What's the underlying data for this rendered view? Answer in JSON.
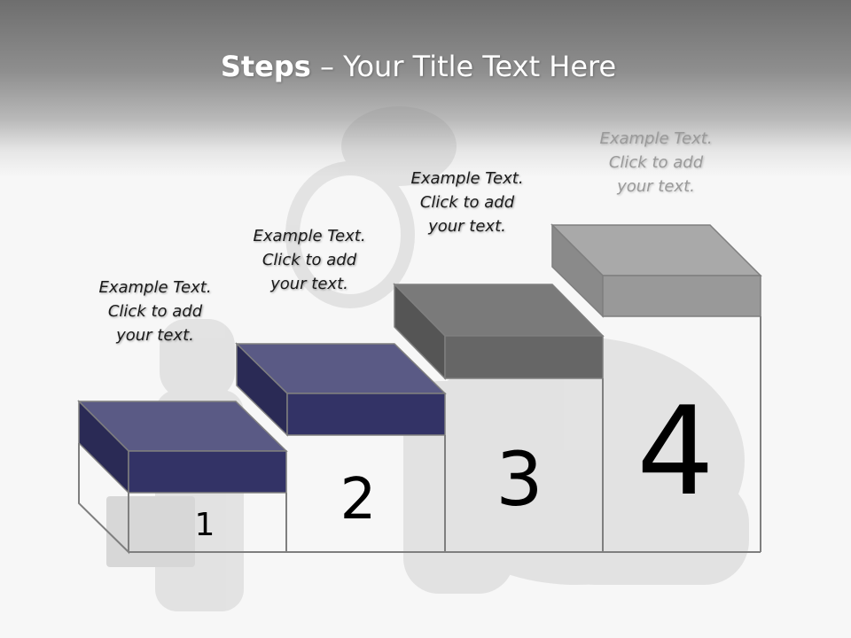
{
  "title": {
    "bold": "Steps",
    "rest": " – Your Title Text Here"
  },
  "steps": [
    {
      "number": "1",
      "lines": [
        "Example Text.",
        "Click  to add",
        "your text."
      ]
    },
    {
      "number": "2",
      "lines": [
        "Example Text.",
        "Click  to add",
        "your text."
      ]
    },
    {
      "number": "3",
      "lines": [
        "Example Text.",
        "Click  to add",
        "your text."
      ]
    },
    {
      "number": "4",
      "lines": [
        "Example Text.",
        "Click  to add",
        "your text."
      ]
    }
  ],
  "colors": {
    "navy_top": "#5a5a85",
    "navy_front": "#333366",
    "navy_side": "#2a2a55",
    "gray_top": "#7a7a7a",
    "gray_front": "#666666",
    "gray_side": "#555555",
    "lightgray_top": "#a9a9a9",
    "lightgray_front": "#999999",
    "lightgray_side": "#8a8a8a",
    "outline": "#7f7f7f"
  }
}
